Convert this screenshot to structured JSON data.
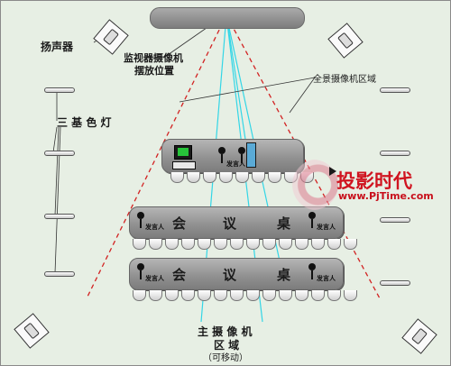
{
  "labels": {
    "speaker": "扬声器",
    "monitor_position_line1": "监视器摄像机",
    "monitor_position_line2": "摆放位置",
    "panorama_area": "全景摄像机区域",
    "tri_color_light": "三 基 色 灯",
    "main_camera_line1": "主 摄 像 机",
    "main_camera_line2": "区 域",
    "main_camera_line3": "（可移动）"
  },
  "tables": [
    {
      "text": [
        "会",
        "议",
        "桌"
      ]
    },
    {
      "text": [
        "会",
        "议",
        "桌"
      ]
    }
  ],
  "speaker_mark": "发言人",
  "brand": {
    "name": "投影时代",
    "url": "www.PjTime.com"
  },
  "colors": {
    "panorama_line": "#d22222",
    "main_camera_line": "#33d6e6",
    "brand_red": "#d01420"
  }
}
